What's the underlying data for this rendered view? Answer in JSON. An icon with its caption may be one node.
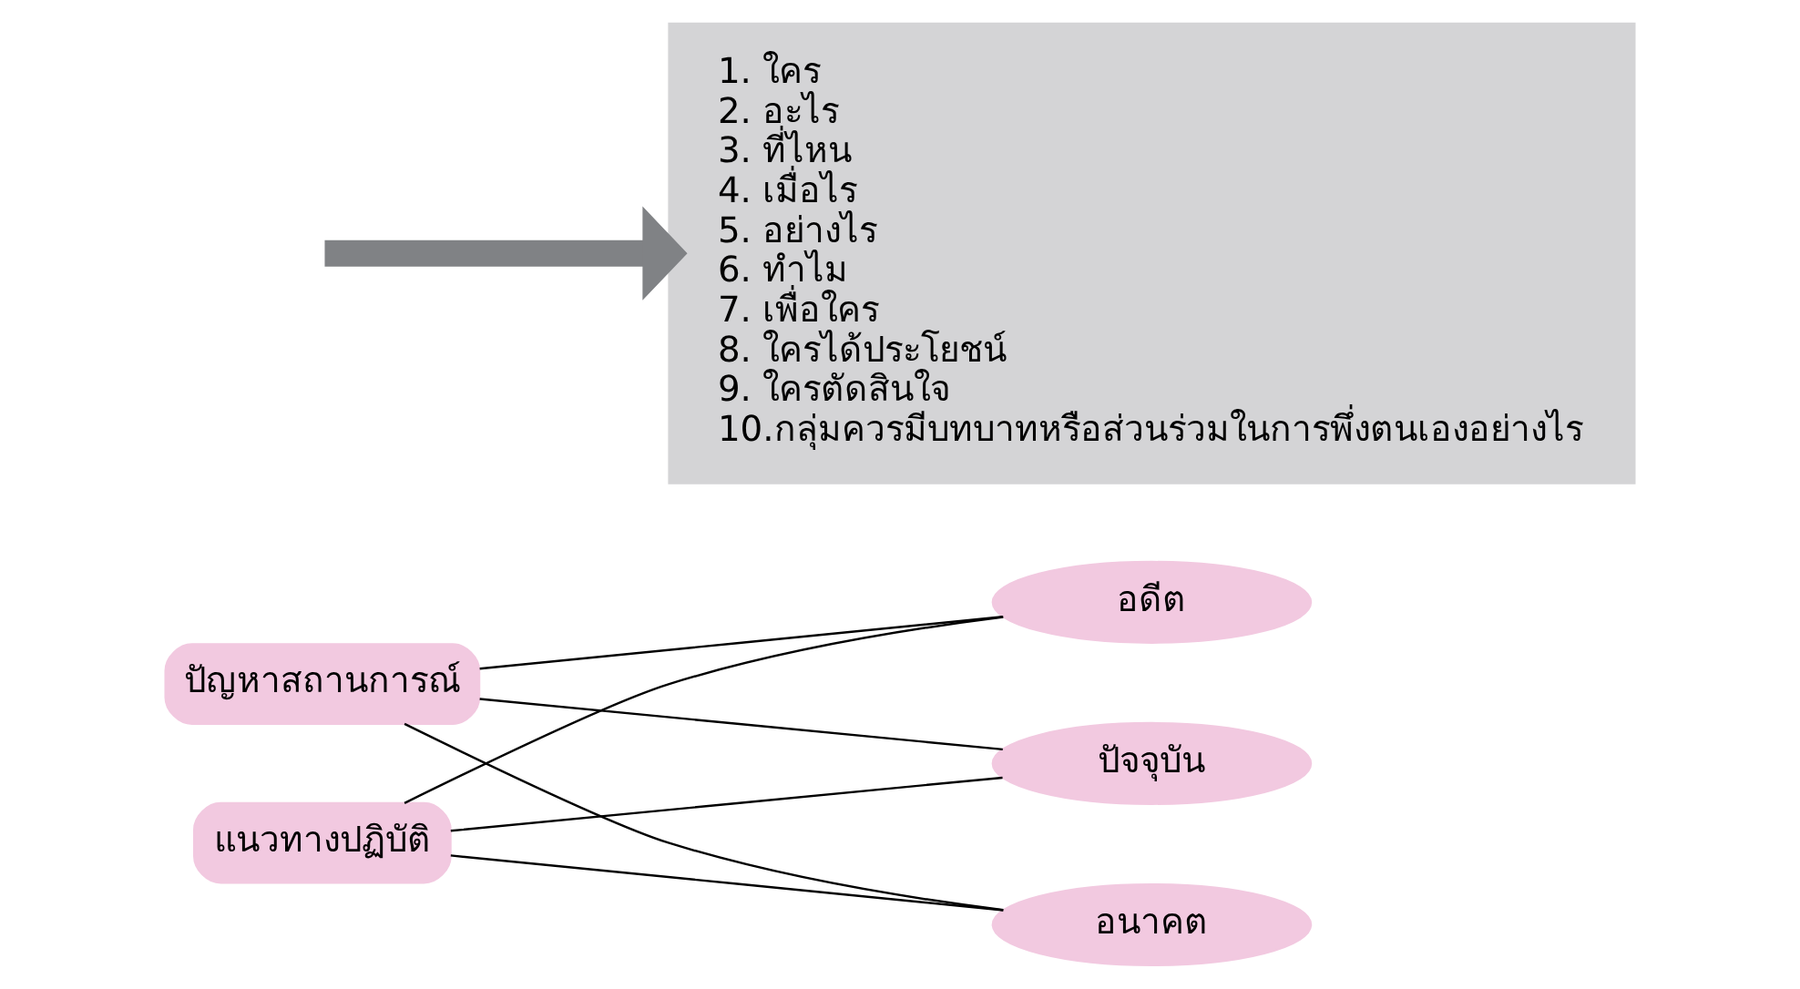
{
  "diagram": {
    "nodes": [
      {
        "text": [
          "ปัญหาสถานการณ์"
        ]
      },
      {
        "text": [
          "แนวทางปฏิบัติ"
        ]
      },
      {
        "text": [
          "อดีต"
        ]
      },
      {
        "text": [
          "ปัจจุบัน"
        ]
      },
      {
        "text": [
          "อนาคต"
        ]
      },
      {
        "text": [
          "1. ใคร",
          "2. อะไร",
          "3. ที่ไหน",
          "4. เมื่อไร",
          "5. อย่างไร",
          "6. ทำไม",
          "7. เพื่อใคร",
          "8. ใครได้ประโยชน์",
          "9. ใครตัดสินใจ",
          "10.กลุ่มควรมีบทบาทหรือส่วนร่วมในการพึ่งตนเองอย่างไร"
        ]
      }
    ],
    "edges": [
      {
        "from": 0,
        "to": 2,
        "arrow": "none"
      },
      {
        "from": 0,
        "to": 3,
        "arrow": "none"
      },
      {
        "from": 0,
        "to": 4,
        "arrow": "none"
      },
      {
        "from": 1,
        "to": 2,
        "arrow": "none"
      },
      {
        "from": 1,
        "to": 3,
        "arrow": "none"
      },
      {
        "from": 1,
        "to": 4,
        "arrow": "none"
      },
      {
        "from": null,
        "to": 5,
        "arrow": "to",
        "style": "thick",
        "color": "#808285"
      }
    ]
  }
}
